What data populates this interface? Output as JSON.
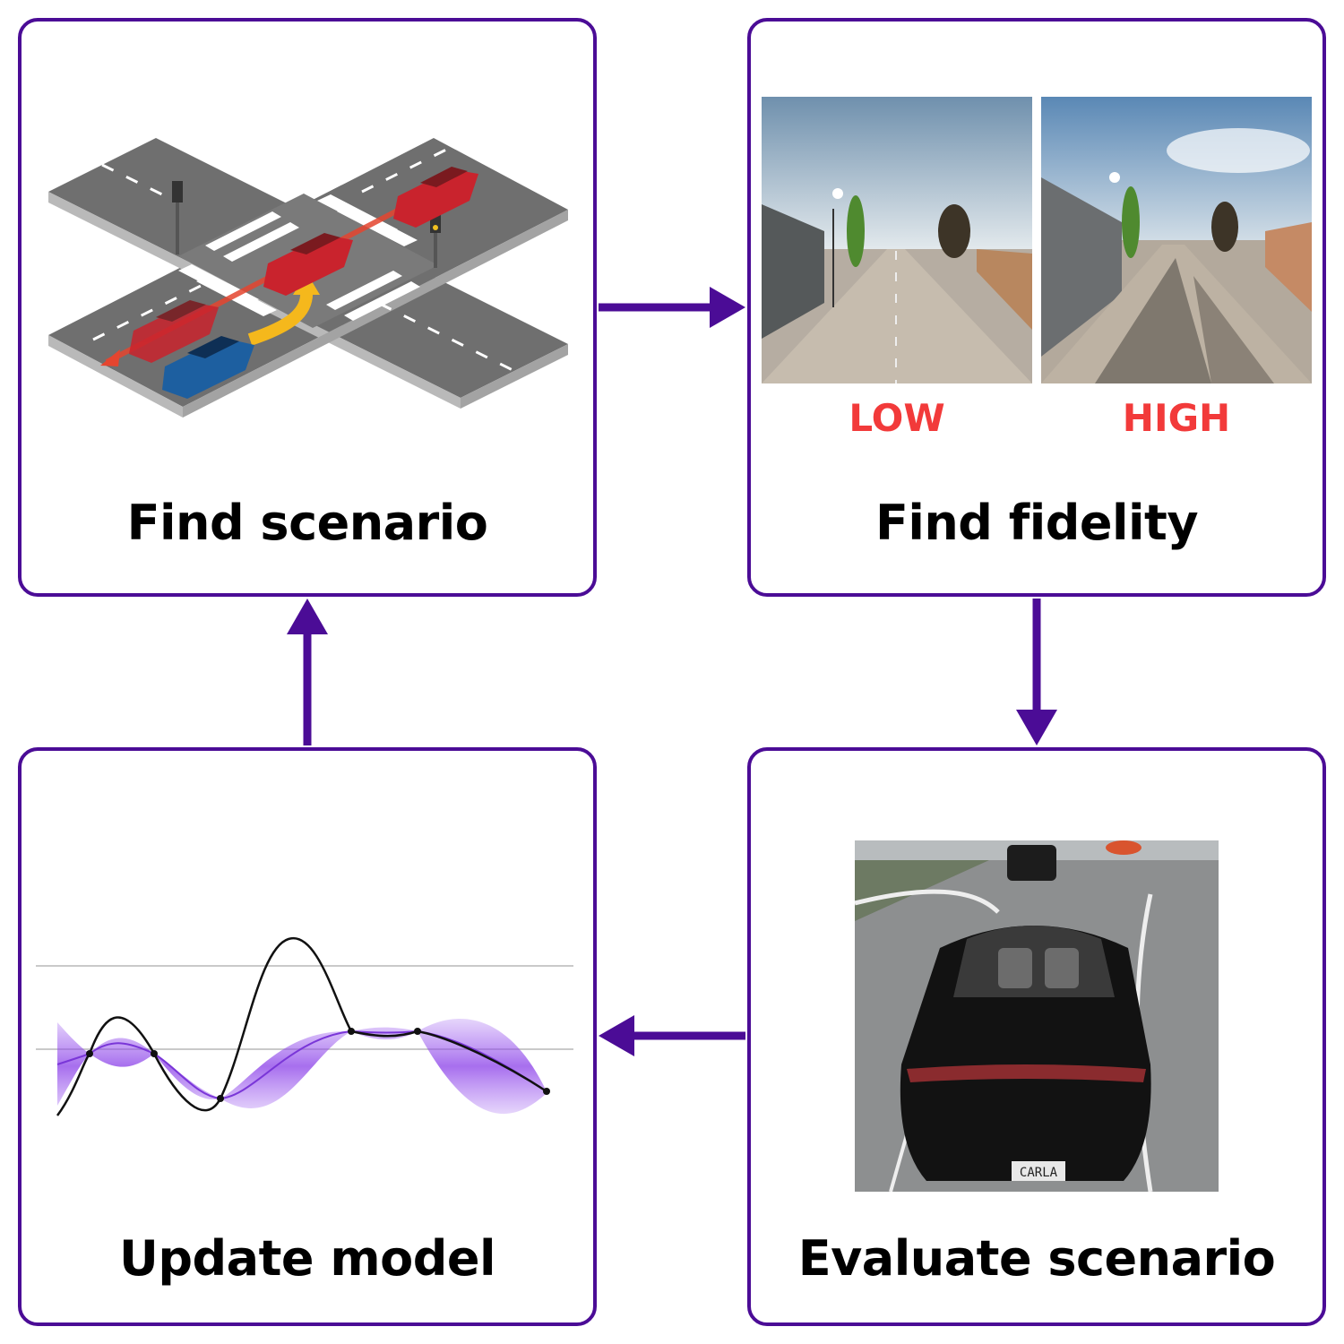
{
  "panels": {
    "find_scenario": {
      "title": "Find scenario"
    },
    "find_fidelity": {
      "title": "Find fidelity",
      "low_label": "LOW",
      "high_label": "HIGH"
    },
    "update_model": {
      "title": "Update model"
    },
    "evaluate_scenario": {
      "title": "Evaluate scenario",
      "plate_text": "CARLA"
    }
  },
  "colors": {
    "border": "#4b0c96",
    "accent_label": "#f23a3a",
    "gp_fill": "#9b59f0"
  }
}
